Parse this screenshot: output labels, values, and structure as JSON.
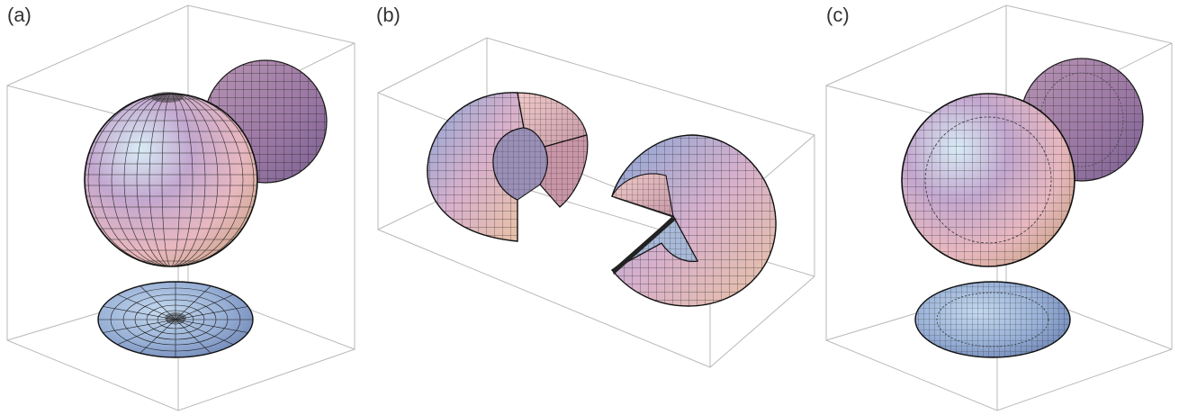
{
  "panels": [
    {
      "label": "(a)"
    },
    {
      "label": "(b)"
    },
    {
      "label": "(c)"
    }
  ],
  "colors": {
    "box": "#b9b9b9",
    "mesh": "#1a1a1a",
    "surface_blue": "#7f95c9",
    "surface_pink": "#e7b7c6",
    "surface_tan": "#e7c69e",
    "surface_purple": "#9c7ba6",
    "disk_blue": "#8fa5cf"
  }
}
